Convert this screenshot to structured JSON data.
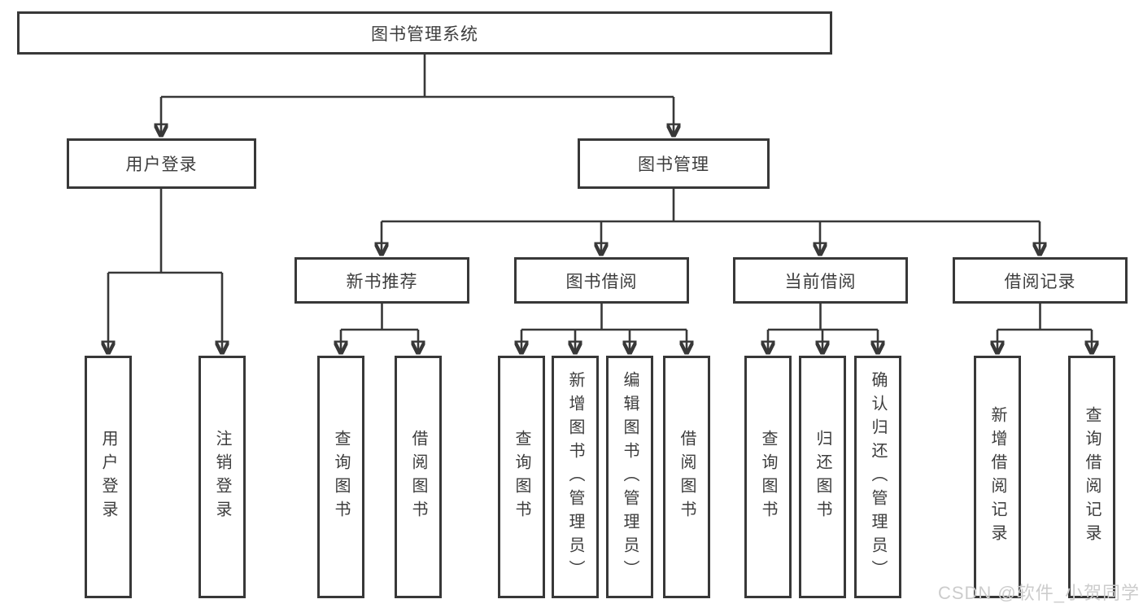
{
  "colors": {
    "line": "#383838",
    "box-bg": "#ffffff",
    "label": "#3d3d3d",
    "watermark": "#cccccc",
    "page-bg": "#ffffff"
  },
  "tree": {
    "label": "图书管理系统",
    "children": [
      {
        "label": "用户登录",
        "children": [
          {
            "label": "用户登录"
          },
          {
            "label": "注销登录"
          }
        ]
      },
      {
        "label": "图书管理",
        "children": [
          {
            "label": "新书推荐",
            "children": [
              {
                "label": "查询图书"
              },
              {
                "label": "借阅图书"
              }
            ]
          },
          {
            "label": "图书借阅",
            "children": [
              {
                "label": "查询图书"
              },
              {
                "label": "新增图书（管理员）"
              },
              {
                "label": "编辑图书（管理员）"
              },
              {
                "label": "借阅图书"
              }
            ]
          },
          {
            "label": "当前借阅",
            "children": [
              {
                "label": "查询图书"
              },
              {
                "label": "归还图书"
              },
              {
                "label": "确认归还（管理员）"
              }
            ]
          },
          {
            "label": "借阅记录",
            "children": [
              {
                "label": "新增借阅记录"
              },
              {
                "label": "查询借阅记录"
              }
            ]
          }
        ]
      }
    ]
  },
  "watermark": {
    "text": "CSDN @软件_小贺同学"
  }
}
